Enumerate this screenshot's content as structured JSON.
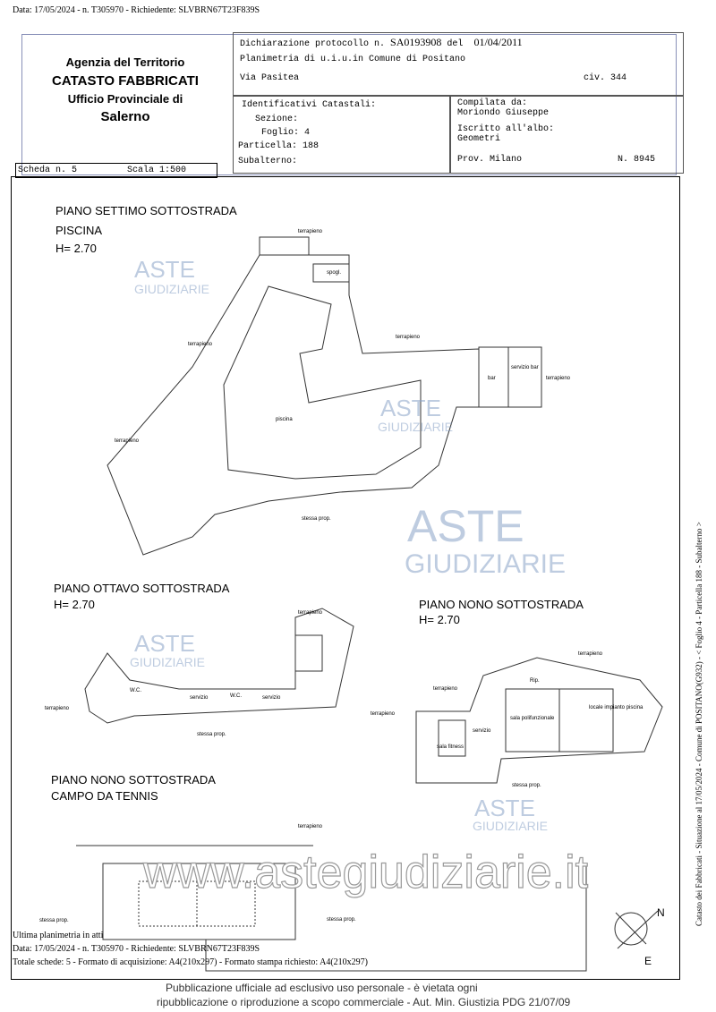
{
  "top_line": "Data: 17/05/2024 - n. T305970 - Richiedente: SLVBRN67T23F839S",
  "office": {
    "agency": "Agenzia del Territorio",
    "catasto": "CATASTO FABBRICATI",
    "ufficio": "Ufficio Provinciale di",
    "city": "Salerno"
  },
  "declaration": {
    "label": "Dichiarazione protocollo n.",
    "number": "SA0193908",
    "del": "del",
    "date": "01/04/2011",
    "planimetria": "Planimetria di u.i.u.in Comune di Positano",
    "address": "Via Pasitea",
    "civ": "civ. 344"
  },
  "identifiers": {
    "title": "Identificativi Catastali:",
    "sezione": "Sezione:",
    "foglio": "Foglio: 4",
    "particella": "Particella: 188",
    "subalterno": "Subalterno:"
  },
  "compiler": {
    "label": "Compilata da:",
    "name": "Moriondo Giuseppe",
    "albo_label": "Iscritto all'albo:",
    "albo": "Geometri",
    "prov": "Prov. Milano",
    "n": "N. 8945"
  },
  "scheda": "Scheda n. 5",
  "scala": "Scala 1:500",
  "plans": {
    "settimo": {
      "title": "PIANO SETTIMO SOTTOSTRADA",
      "sub": "PISCINA",
      "h": "H= 2.70"
    },
    "ottavo": {
      "title": "PIANO OTTAVO SOTTOSTRADA",
      "h": "H= 2.70"
    },
    "nono": {
      "title": "PIANO NONO SOTTOSTRADA",
      "h": "H= 2.70"
    },
    "tennis": {
      "title": "PIANO NONO  SOTTOSTRADA",
      "sub": "CAMPO DA TENNIS"
    }
  },
  "labels": {
    "terrapieno": "terrapieno",
    "piscina": "piscina",
    "bar": "bar",
    "servizio_bar": "servizio bar",
    "stessa_prop": "stessa prop.",
    "wc": "W.C.",
    "servizio": "servizio",
    "rip": "Rip.",
    "sala_poli": "sala polifunzionale",
    "sala_fitness": "sala fitness",
    "locale_impianto": "locale impianto piscina",
    "spogl": "spogl."
  },
  "north": "N",
  "east": "E",
  "watermark": {
    "aste": "ASTE",
    "giudiziarie": "GIUDIZIARIE",
    "url": "www.astegiudiziarie.it"
  },
  "side_text": "Catasto dei Fabbricati - Situazione al 17/05/2024 - Comune di POSITANO(G932) - < Foglio 4 - Particella 188 - Subalterno >",
  "footer": {
    "ultima": "Ultima planimetria in atti",
    "data": "Data: 17/05/2024 - n. T305970 - Richiedente: SLVBRN67T23F839S",
    "totale": "Totale schede: 5 - Formato di acquisizione: A4(210x297) - Formato stampa richiesto: A4(210x297)",
    "pub1": "Pubblicazione ufficiale ad esclusivo uso personale - è vietata ogni",
    "pub2": "ripubblicazione o riproduzione a scopo commerciale - Aut. Min. Giustizia PDG 21/07/09"
  }
}
